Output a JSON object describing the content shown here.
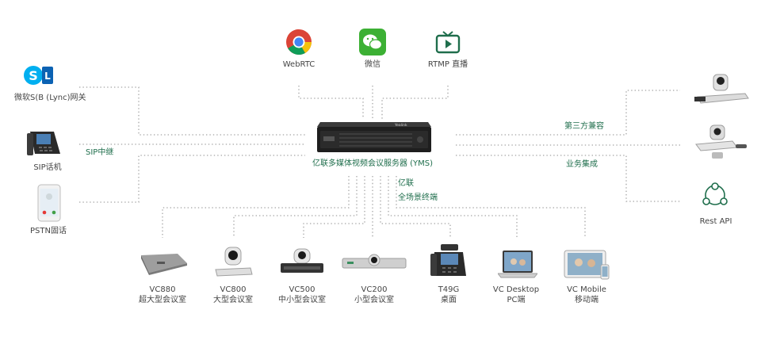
{
  "server": {
    "label": "亿联多媒体视频会议服务器 (YMS)",
    "brand": "Yealink"
  },
  "top": [
    {
      "label": "WebRTC",
      "icon": "chrome-icon"
    },
    {
      "label": "微信",
      "icon": "wechat-icon"
    },
    {
      "label": "RTMP 直播",
      "icon": "tv-icon"
    }
  ],
  "left": [
    {
      "label": "微软S(B (Lync)网关",
      "icon": "skype-lync-icon"
    },
    {
      "label": "SIP话机",
      "icon": "ip-phone-icon"
    },
    {
      "label": "PSTN固话",
      "icon": "smartphone-icon"
    }
  ],
  "sip_trunk": "SIP中继",
  "right": {
    "third_party": "第三方兼容",
    "business": "业务集成",
    "rest_api": "Rest API"
  },
  "yealink_label": "亿联",
  "full_scene": "全场景终端",
  "bottom": [
    {
      "model": "VC880",
      "desc": "超大型会议室"
    },
    {
      "model": "VC800",
      "desc": "大型会议室"
    },
    {
      "model": "VC500",
      "desc": "中小型会议室"
    },
    {
      "model": "VC200",
      "desc": "小型会议室"
    },
    {
      "model": "T49G",
      "desc": "桌面"
    },
    {
      "model": "VC Desktop",
      "desc": "PC端"
    },
    {
      "model": "VC Mobile",
      "desc": "移动端"
    }
  ],
  "colors": {
    "accent": "#1f6e4c",
    "line": "#9a9a9a",
    "wechat": "#3cb034"
  }
}
